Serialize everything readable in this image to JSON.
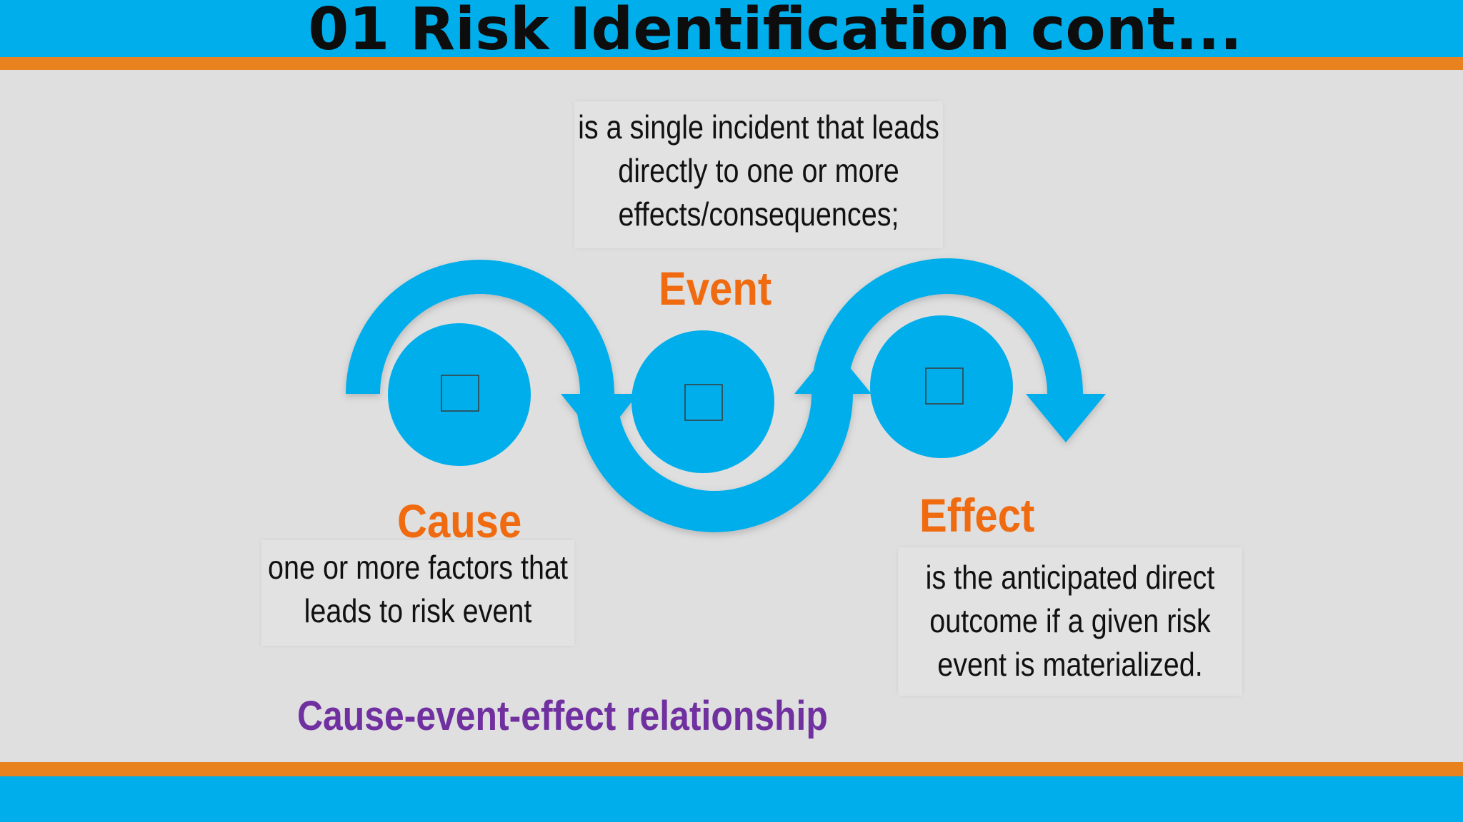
{
  "slide": {
    "title": "01 Risk Identification cont..."
  },
  "stages": [
    {
      "label": "Cause",
      "description_lines": [
        "one or more factors that",
        "leads to risk event"
      ],
      "icon": "image-placeholder-icon"
    },
    {
      "label": "Event",
      "description_lines": [
        "is a single incident that leads",
        "directly to one or more",
        "effects/consequences;"
      ],
      "icon": "image-placeholder-icon"
    },
    {
      "label": "Effect",
      "description_lines": [
        "is the anticipated direct",
        "outcome if a given risk",
        "event is materialized."
      ],
      "icon": "image-placeholder-icon"
    }
  ],
  "caption": "Cause-event-effect relationship",
  "colors": {
    "band": "#00aeeb",
    "stripe": "#e8821f",
    "arrow": "#00aeeb",
    "stage_label": "#f06a10",
    "caption": "#7030a0",
    "background": "#dfdfdf"
  }
}
